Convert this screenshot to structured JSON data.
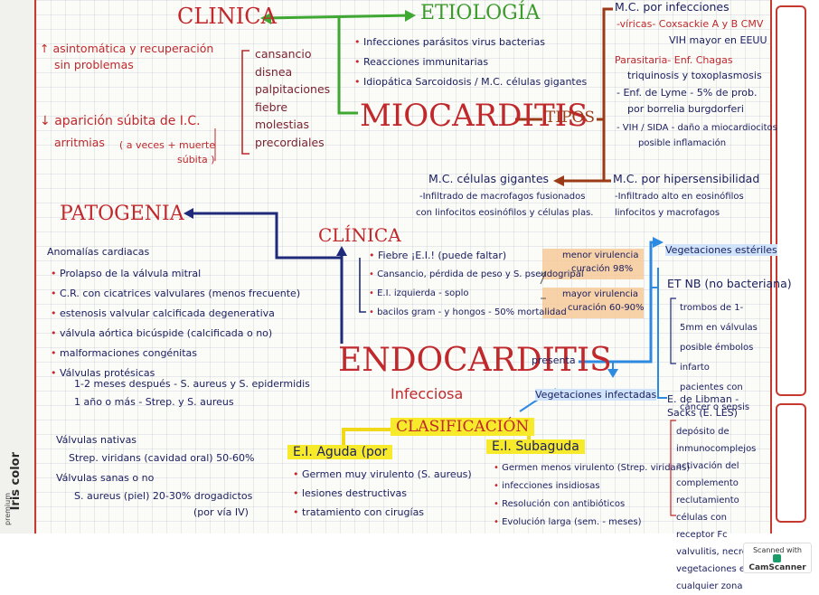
{
  "side_brand": {
    "name": "Iris color",
    "sub": "premium"
  },
  "watermark": {
    "line1": "Scanned with",
    "line2": "CamScanner"
  },
  "miocarditis": {
    "title": "MIOCARDITIS",
    "tipos_label": "TIPOS",
    "clinica": {
      "title": "CLINICA",
      "asintomatica": "asintomática y recuperación",
      "asintomatica2": "sin problemas",
      "aparicion": "aparición súbita de I.C.",
      "arritmias": "arritmias",
      "muerte": "( a veces + muerte",
      "subita": "súbita )",
      "sintomas": [
        "cansancio",
        "disnea",
        "palpitaciones",
        "fiebre",
        "molestias",
        "precordiales"
      ]
    },
    "etiologia": {
      "title": "ETIOLOGÍA",
      "items": [
        "Infecciones parásitos virus bacterias",
        "Reacciones immunitarias",
        "Idiopática Sarcoidosis / M.C. células gigantes"
      ]
    },
    "infecciones": {
      "title": "M.C. por infecciones",
      "viricas": "-víricas- Coxsackie A y B CMV",
      "viricas2": "VIH mayor en EEUU",
      "parasitarias": "Parasitaria- Enf. Chagas",
      "parasitarias2": "triquinosis y toxoplasmosis",
      "lyme": "- Enf. de Lyme - 5% de prob.",
      "lyme2": "por borrelia burgdorferi",
      "vih": "- VIH / SIDA - daño a miocardiocitos",
      "vih2": "posible inflamación"
    },
    "celulas_gigantes": {
      "title": "M.C. células gigantes",
      "l1": "-Infiltrado de macrofagos fusionados",
      "l2": "con linfocitos eosinófilos y células plas."
    },
    "hipersensibilidad": {
      "title": "M.C. por hipersensibilidad",
      "l1": "-Infiltrado alto en eosinófilos",
      "l2": "linfocitos y macrofagos"
    }
  },
  "endocarditis": {
    "title": "ENDOCARDITIS",
    "subtitle": "Infecciosa",
    "presenta": "presenta",
    "patogenia": {
      "title": "PATOGENIA",
      "anomalias": "Anomalías cardiacas",
      "items": [
        "Prolapso de la válvula mitral",
        "C.R. con cicatrices valvulares (menos frecuente)",
        "estenosis valvular calcificada degenerativa",
        "válvula aórtica bicúspide (calcificada o no)",
        "malformaciones congénitas",
        "Válvulas protésicas"
      ],
      "protesicas1": "1-2 meses después - S. aureus y S. epidermidis",
      "protesicas2": "1 año o más - Strep. y S. aureus",
      "nativas": "Válvulas nativas",
      "nativas1": "Strep. viridans (cavidad oral) 50-60%",
      "sanas": "Válvulas sanas o no",
      "sanas1": "S. aureus (piel) 20-30% drogadictos",
      "sanas2": "(por vía IV)"
    },
    "clinica": {
      "title": "CLÍNICA",
      "items": [
        "Fiebre ¡E.I.! (puede faltar)",
        "Cansancio, pérdida de peso y S. pseudogripal",
        "E.I. izquierda - soplo",
        "bacilos gram - y hongos - 50% mortalidad"
      ],
      "menor": "menor virulencia",
      "menor2": "curación 98%",
      "mayor": "mayor virulencia",
      "mayor2": "curación 60-90%"
    },
    "vegetaciones_esteriles": "Vegetaciones estériles",
    "etnb": {
      "title": "ET NB (no bacteriana)",
      "items": [
        "trombos de 1-5mm en válvulas",
        "posible émbolos infarto",
        "pacientes con cáncer o sepsis"
      ]
    },
    "libman": {
      "title": "E. de Libman - Sacks (E. LES)",
      "items": [
        "depósito de inmunocomplejos",
        "activación del complemento",
        "reclutamiento células con receptor Fc",
        "valvulitis, necrosis",
        "vegetaciones en cualquier zona"
      ]
    },
    "vegetaciones_infectadas": "Vegetaciones infectadas",
    "clasificacion": {
      "title": "CLASIFICACIÓN",
      "aguda": {
        "title": "E.I. Aguda (por",
        "items": [
          "Germen muy virulento (S. aureus)",
          "lesiones destructivas",
          "tratamiento con cirugías"
        ]
      },
      "subaguda": {
        "title": "E.I. Subaguda",
        "items": [
          "Germen menos virulento (Strep. viridans)",
          "infecciones insidiosas",
          "Resolución con antibióticos",
          "Evolución larga (sem. - meses)"
        ]
      }
    }
  }
}
